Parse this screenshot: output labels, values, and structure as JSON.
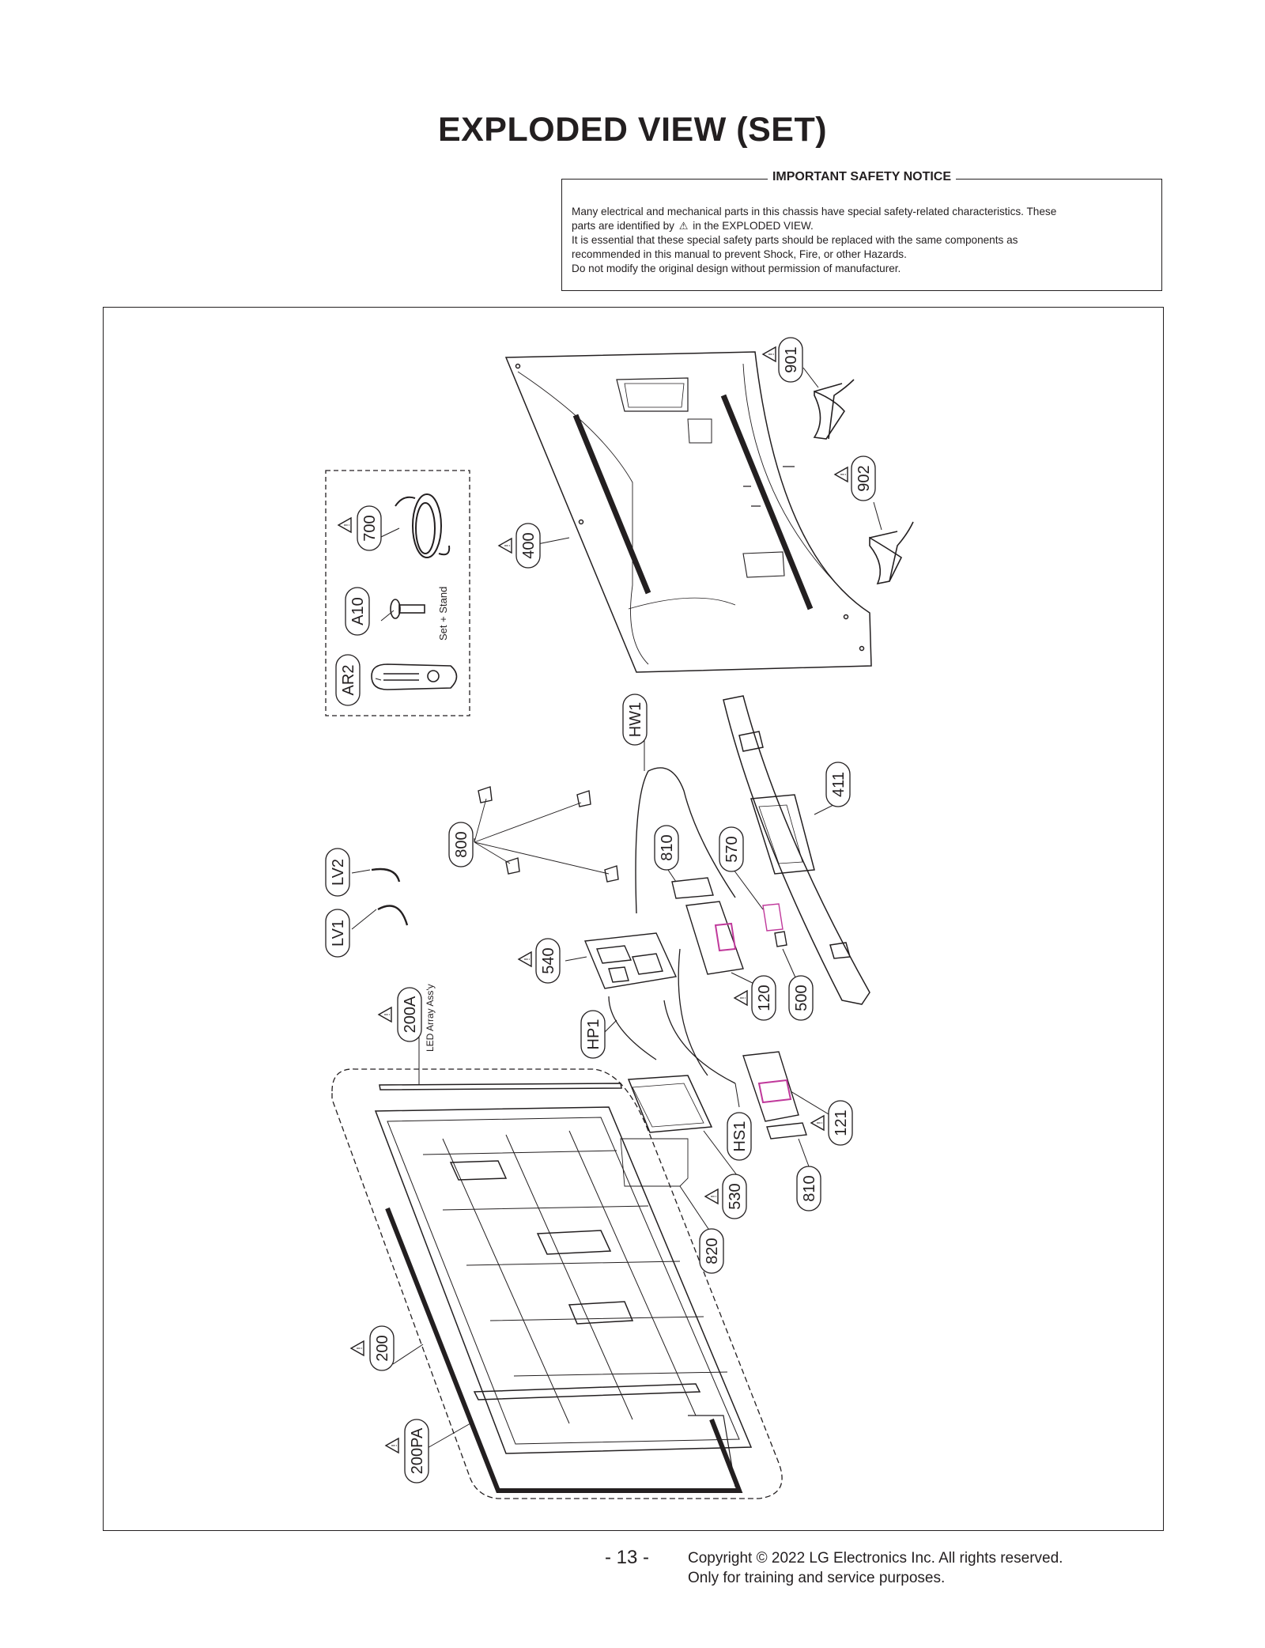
{
  "title": "EXPLODED VIEW (SET)",
  "notice": {
    "heading": "IMPORTANT SAFETY NOTICE",
    "line1": "Many electrical and mechanical parts in this chassis have special safety-related characteristics. These",
    "line2a": "parts are identified by",
    "line2b": "in the EXPLODED VIEW.",
    "line3": "It is essential that these special safety parts should be replaced with the same components as",
    "line4": "recommended in this manual to prevent Shock, Fire, or other Hazards.",
    "line5": "Do not modify the original design without permission of manufacturer."
  },
  "accessory_note": "Set + Stand",
  "led_note": "LED Array Ass'y",
  "labels": {
    "p901": "901",
    "p902": "902",
    "p400": "400",
    "p700": "700",
    "pA10": "A10",
    "pAR2": "AR2",
    "pHW1": "HW1",
    "p411": "411",
    "p800": "800",
    "p810a": "810",
    "p570": "570",
    "pLV2": "LV2",
    "pLV1": "LV1",
    "p540": "540",
    "p120": "120",
    "p500": "500",
    "p200A": "200A",
    "pHP1": "HP1",
    "pHS1": "HS1",
    "p121": "121",
    "p530": "530",
    "p810b": "810",
    "p820": "820",
    "p200": "200",
    "p200PA": "200PA"
  },
  "footer": {
    "page": "- 13 -",
    "copyright1": "Copyright © 2022 LG Electronics Inc. All rights reserved.",
    "copyright2": "Only for training and service purposes."
  }
}
